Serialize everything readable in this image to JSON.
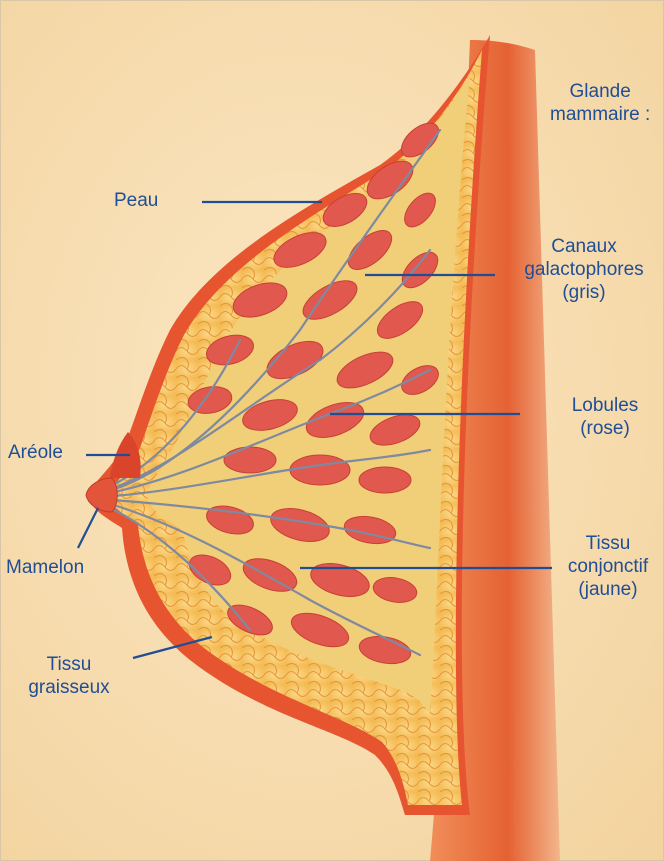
{
  "colors": {
    "background": "#f8dfb4",
    "skin": "#e5542f",
    "fat": "#f7c766",
    "lobule": "#de5a52",
    "duct": "#8c93a4",
    "connective": "#f0d46a",
    "chest_wall": "#ea6a36",
    "label_text": "#1f4e96",
    "leader_line": "#1f4e96"
  },
  "labels": {
    "gland_title": [
      "Glande",
      "mammaire :"
    ],
    "peau": "Peau",
    "canaux": [
      "Canaux",
      "galactophores",
      "(gris)"
    ],
    "lobules": [
      "Lobules",
      "(rose)"
    ],
    "areole": "Aréole",
    "tissu_conjonctif": [
      "Tissu",
      "conjonctif",
      "(jaune)"
    ],
    "mamelon": "Mamelon",
    "tissu_graisseux": [
      "Tissu",
      "graisseux"
    ]
  }
}
